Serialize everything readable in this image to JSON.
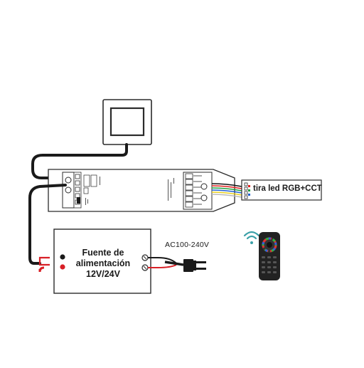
{
  "psu": {
    "line1": "Fuente de",
    "line2": "alimentación",
    "line3": "12V/24V"
  },
  "ac_input": {
    "label": "AC100-240V"
  },
  "led_strip": {
    "label": "tira led RGB+CCT"
  },
  "colors": {
    "wire": "#1a1a1a",
    "outline": "#2b2b2b",
    "positive_terminal": "#d81f26",
    "negative_terminal": "#1a1a1a",
    "strip_wires": [
      "#111111",
      "#e02020",
      "#20a040",
      "#2060d0",
      "#e8d020",
      "#bbbbbb"
    ]
  },
  "icons": [
    "wall-panel-icon",
    "controller-icon",
    "power-supply-icon",
    "plug-icon",
    "remote-control-icon",
    "wireless-signal-icon",
    "led-strip-connector-icon"
  ]
}
